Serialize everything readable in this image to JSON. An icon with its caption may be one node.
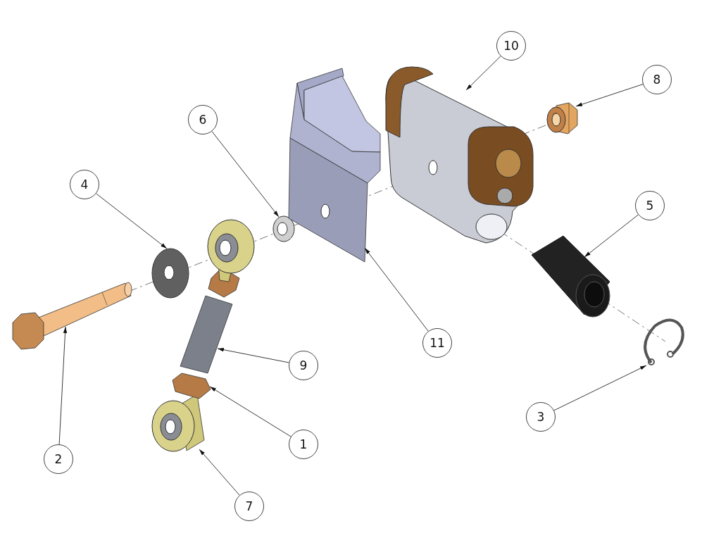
{
  "diagram": {
    "nodes": [
      {
        "text": [
          "10"
        ]
      },
      {
        "text": [
          "8"
        ]
      },
      {
        "text": [
          "6"
        ]
      },
      {
        "text": [
          "4"
        ]
      },
      {
        "text": [
          "5"
        ]
      },
      {
        "text": [
          "11"
        ]
      },
      {
        "text": [
          "9"
        ]
      },
      {
        "text": [
          "3"
        ]
      },
      {
        "text": [
          "1"
        ]
      },
      {
        "text": [
          "2"
        ]
      },
      {
        "text": [
          "7"
        ]
      },
      {
        "text": [],
        "shape": "picture"
      },
      {
        "text": [],
        "shape": "picture"
      },
      {
        "text": [],
        "shape": "picture"
      },
      {
        "text": [],
        "shape": "picture"
      },
      {
        "text": [],
        "shape": "picture"
      },
      {
        "text": [],
        "shape": "picture"
      },
      {
        "text": [],
        "shape": "picture"
      },
      {
        "text": [],
        "shape": "picture"
      },
      {
        "text": [],
        "shape": "picture"
      },
      {
        "text": [],
        "shape": "picture"
      },
      {
        "text": [],
        "shape": "picture"
      }
    ],
    "edges": [
      {
        "from": 0,
        "to": 18,
        "arrow": "to"
      },
      {
        "from": 1,
        "to": 20,
        "arrow": "to"
      },
      {
        "from": 2,
        "to": 16,
        "arrow": "to"
      },
      {
        "from": 3,
        "to": 12,
        "arrow": "to"
      },
      {
        "from": 4,
        "to": 19,
        "arrow": "to"
      },
      {
        "from": 5,
        "to": 17,
        "arrow": "to"
      },
      {
        "from": 6,
        "to": 15,
        "arrow": "to"
      },
      {
        "from": 7,
        "to": 21,
        "arrow": "to"
      },
      {
        "from": 8,
        "to": 14,
        "arrow": "to"
      },
      {
        "from": 9,
        "to": 11,
        "arrow": "to"
      },
      {
        "from": 10,
        "to": 13,
        "arrow": "to"
      }
    ]
  }
}
